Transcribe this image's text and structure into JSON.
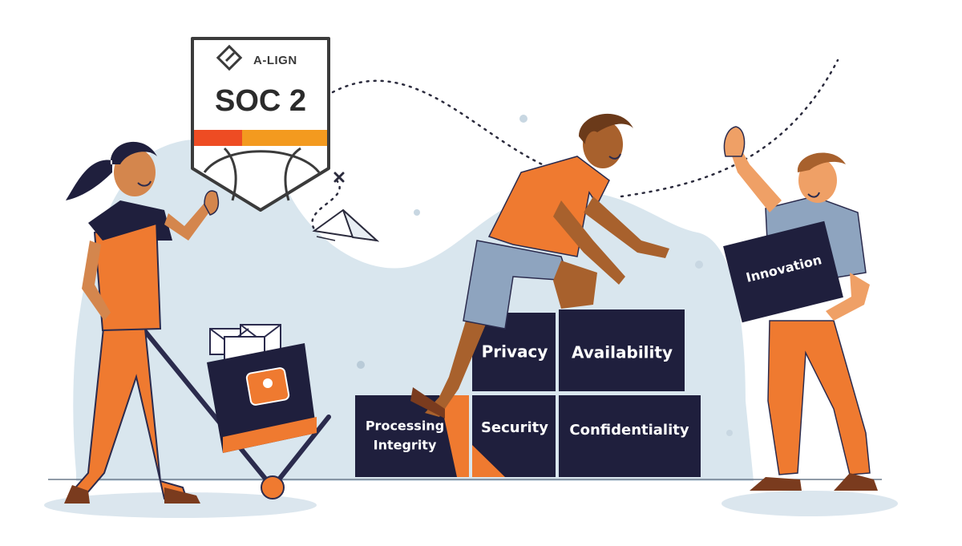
{
  "badge": {
    "brand": "A-LIGN",
    "title": "SOC 2"
  },
  "blocks": {
    "privacy": "Privacy",
    "availability": "Availability",
    "processing_integrity_line1": "Processing",
    "processing_integrity_line2": "Integrity",
    "security": "Security",
    "confidentiality": "Confidentiality",
    "innovation": "Innovation"
  },
  "colors": {
    "navy": "#1f1f3d",
    "orange": "#ef7a30",
    "backdrop": "#d9e6ee",
    "gray_shirt": "#8ea4bf"
  }
}
